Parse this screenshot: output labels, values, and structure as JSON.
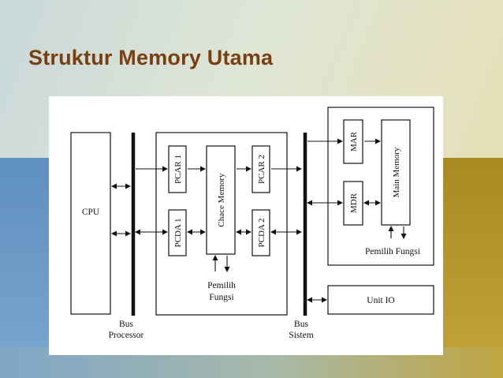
{
  "slide": {
    "title": "Struktur Memory Utama",
    "colors": {
      "title": "#7a3f10",
      "left_band": "#6f98c4",
      "right_band": "#b99b2e",
      "top_background": "#d8e2cf"
    }
  },
  "diagram": {
    "cpu_label": "CPU",
    "bus_processor_label": [
      "Bus",
      "Processor"
    ],
    "bus_sistem_label": [
      "Bus",
      "Sistem"
    ],
    "pcar1_label": "PCAR 1",
    "pcda1_label": "PCDA 1",
    "cache_label": "Chace Memory",
    "pcar2_label": "PCAR 2",
    "pcda2_label": "PCDA 2",
    "pemilih_fungsi_cache": [
      "Pemilih",
      "Fungsi"
    ],
    "mar_label": "MAR",
    "mdr_label": "MDR",
    "main_memory_label": "Main Memory",
    "pemilih_fungsi_memory": "Pemilih Fungsi",
    "unit_io_label": "Unit IO"
  }
}
